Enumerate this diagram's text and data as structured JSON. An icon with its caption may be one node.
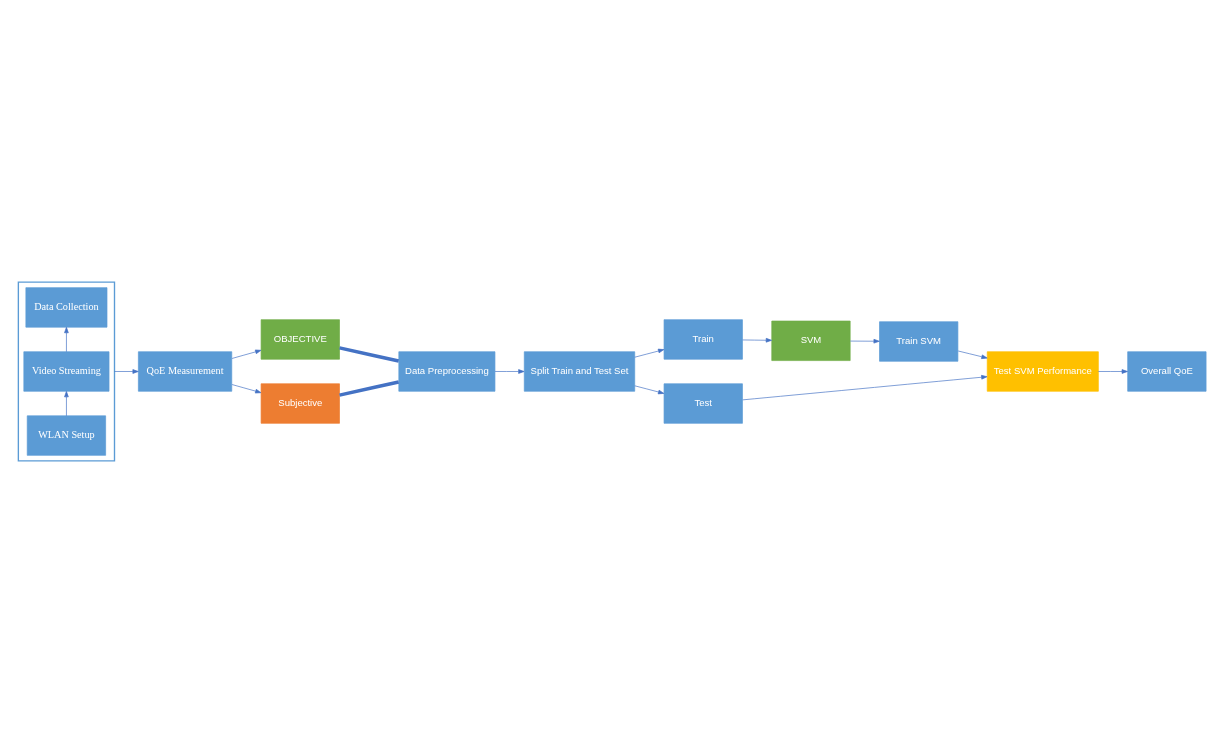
{
  "diagram": {
    "nodes": [
      {
        "text": [],
        "shape": "box"
      },
      {
        "text": [
          "WLAN Setup"
        ],
        "in": 0
      },
      {
        "text": [
          "Video Streaming"
        ],
        "in": 0
      },
      {
        "text": [
          "Data Collection"
        ],
        "in": 0
      },
      {
        "text": [
          "QoE Measurement"
        ]
      },
      {
        "text": [
          "OBJECTIVE"
        ]
      },
      {
        "text": [
          "Subjective"
        ]
      },
      {
        "text": [
          "Data Preprocessing"
        ]
      },
      {
        "text": [
          "Split Train and Test Set"
        ]
      },
      {
        "text": [
          "Train"
        ]
      },
      {
        "text": [
          "Test"
        ]
      },
      {
        "text": [
          "SVM"
        ]
      },
      {
        "text": [
          "Train SVM"
        ]
      },
      {
        "text": [
          "Test SVM Performance"
        ]
      },
      {
        "text": [
          "Overall QoE"
        ]
      }
    ],
    "edges": [
      {
        "from": 1,
        "to": 2,
        "arrow": "to"
      },
      {
        "from": 2,
        "to": 3,
        "arrow": "to"
      },
      {
        "from": 0,
        "to": 4,
        "arrow": "to"
      },
      {
        "from": 4,
        "to": 5,
        "arrow": "to"
      },
      {
        "from": 4,
        "to": 6,
        "arrow": "to"
      },
      {
        "from": 5,
        "to": 7,
        "arrow": "none",
        "style": "thick"
      },
      {
        "from": 6,
        "to": 7,
        "arrow": "none",
        "style": "thick"
      },
      {
        "from": 7,
        "to": 8,
        "arrow": "to"
      },
      {
        "from": 8,
        "to": 9,
        "arrow": "to"
      },
      {
        "from": 8,
        "to": 10,
        "arrow": "to"
      },
      {
        "from": 9,
        "to": 11,
        "arrow": "to"
      },
      {
        "from": 11,
        "to": 12,
        "arrow": "to"
      },
      {
        "from": 12,
        "to": 13,
        "arrow": "to"
      },
      {
        "from": 10,
        "to": 13,
        "arrow": "to"
      },
      {
        "from": 13,
        "to": 14,
        "arrow": "to"
      }
    ]
  }
}
